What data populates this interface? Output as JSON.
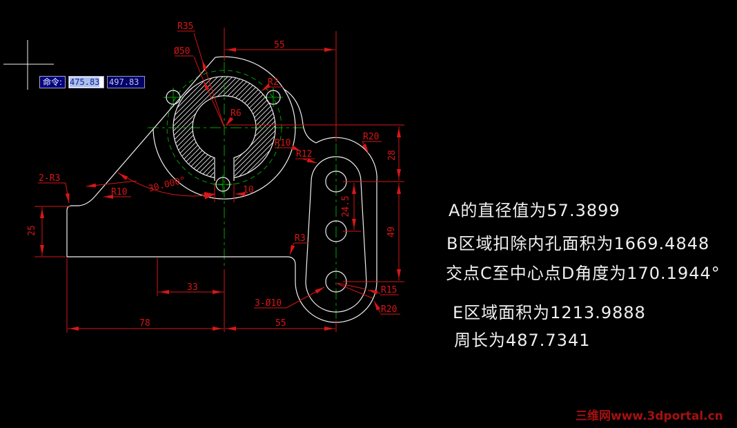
{
  "command_bar": {
    "label": "命令:",
    "coord_x": "475.83",
    "coord_y": "497.83"
  },
  "drawing": {
    "dim_labels": {
      "r35": "R35",
      "dia50": "Ø50",
      "len55_top": "55",
      "r2": "R2",
      "r6": "R6",
      "r10_neck": "R10",
      "r12": "R12",
      "r20_top": "R20",
      "len28": "28",
      "len24_5": "24.5",
      "len49": "49",
      "two_r3": "2-R3",
      "r10_fillet": "R10",
      "angle30": "30.000°",
      "len10": "10",
      "len25": "25",
      "r3": "R3",
      "len33": "33",
      "three_dia10": "3-Ø10",
      "r15": "R15",
      "r20_bottom": "R20",
      "len78": "78",
      "len55_bottom": "55"
    },
    "annotations": {
      "a_diameter": "A的直径值为57.3899",
      "b_area": "B区域扣除内孔面积为1669.4848",
      "cd_angle": "交点C至中心点D角度为170.1944°",
      "e_area": "E区域面积为1213.9888",
      "perimeter": "周长为487.7341"
    }
  },
  "watermark": {
    "text": "三维网www.3dportal.cn"
  },
  "colors": {
    "background": "#000000",
    "geometry": "#f2f2f2",
    "dimension": "#d81616",
    "centerline": "#00a400",
    "annotation_text": "#f0f0f0",
    "watermark": "#a81010",
    "command_label_bg": "#000080",
    "command_selection": "#a8c0e8"
  }
}
